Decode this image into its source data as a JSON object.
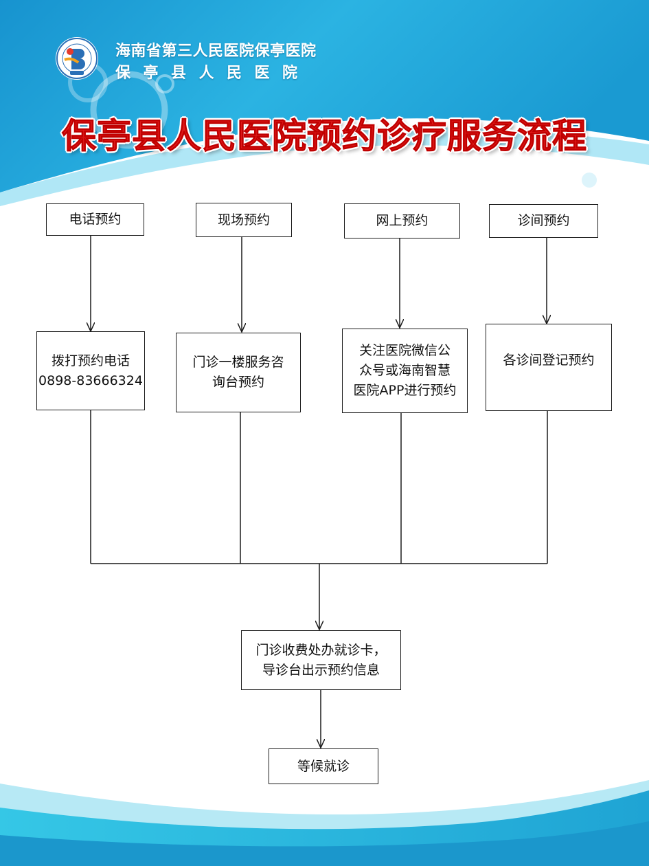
{
  "header": {
    "org_line1": "海南省第三人民医院保亭医院",
    "org_line2": "保亭县人民医院",
    "title": "保亭县人民医院预约诊疗服务流程"
  },
  "flow": {
    "channels": [
      "电话预约",
      "现场预约",
      "网上预约",
      "诊间预约"
    ],
    "steps": [
      "拨打预约电话\n0898-83666324",
      "门诊一楼服务咨\n询台预约",
      "关注医院微信公\n众号或海南智慧\n医院APP进行预约",
      "各诊间登记预约"
    ],
    "merge_step": "门诊收费处办就诊卡，\n导诊台出示预约信息",
    "final_step": "等候就诊"
  },
  "colors": {
    "title_red": "#e01b1b",
    "header_blue": "#1e9fd6",
    "wave_cyan": "#27b9dd"
  }
}
